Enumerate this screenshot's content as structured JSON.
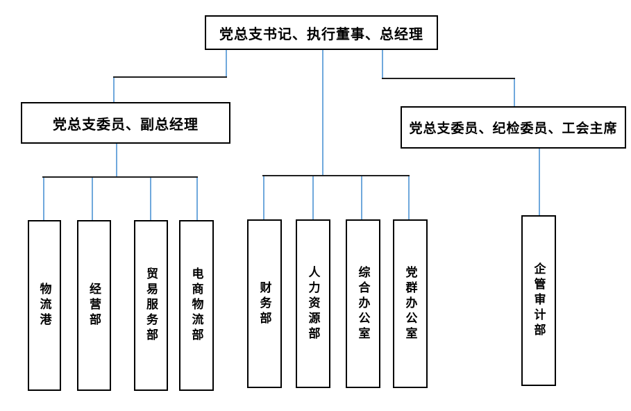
{
  "diagram": {
    "type": "org-chart",
    "root": {
      "label": "党总支书记、执行董事、总经理"
    },
    "level2": [
      {
        "id": "deputy",
        "label": "党总支委员、副总经理",
        "parent": "root"
      },
      {
        "id": "union",
        "label": "党总支委员、纪检委员、工会主席",
        "parent": "root"
      }
    ],
    "departments": [
      {
        "label": "物流港",
        "parent": "deputy"
      },
      {
        "label": "经营部",
        "parent": "deputy"
      },
      {
        "label": "贸易服务部",
        "parent": "deputy"
      },
      {
        "label": "电商物流部",
        "parent": "deputy"
      },
      {
        "label": "财务部",
        "parent": "root"
      },
      {
        "label": "人力资源部",
        "parent": "root"
      },
      {
        "label": "综合办公室",
        "parent": "root"
      },
      {
        "label": "党群办公室",
        "parent": "root"
      },
      {
        "label": "企管审计部",
        "parent": "union"
      }
    ],
    "colors": {
      "connector_blue": "#6fa8dc",
      "connector_dark": "#1f1f1f",
      "box_border": "#000000",
      "text": "#000000",
      "background": "#ffffff"
    }
  }
}
